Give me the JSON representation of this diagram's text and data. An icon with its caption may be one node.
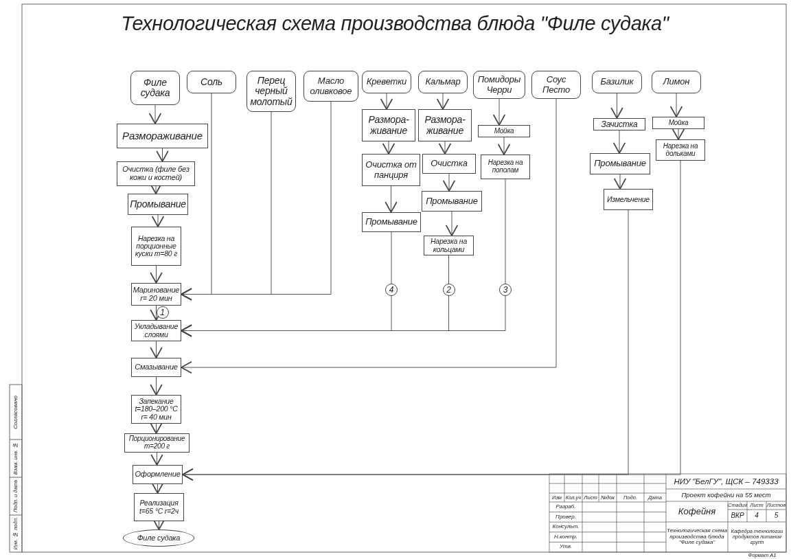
{
  "diagram": {
    "title": "Технологическая схема производства блюда \"Филе судака\"",
    "nodes": [
      {
        "text": [
          "Филе судака"
        ]
      },
      {
        "text": [
          "Соль"
        ]
      },
      {
        "text": [
          "Перец черный молотый"
        ]
      },
      {
        "text": [
          "Масло оливковое"
        ]
      },
      {
        "text": [
          "Креветки"
        ]
      },
      {
        "text": [
          "Кальмар"
        ]
      },
      {
        "text": [
          "Помидоры Черри"
        ]
      },
      {
        "text": [
          "Соус Песто"
        ]
      },
      {
        "text": [
          "Базилик"
        ]
      },
      {
        "text": [
          "Лимон"
        ]
      },
      {
        "text": [
          "Размораживание"
        ]
      },
      {
        "text": [
          "Очистка (филе без кожи и костей)"
        ]
      },
      {
        "text": [
          "Промывание"
        ]
      },
      {
        "text": [
          "Нарезка на порционные куски m=80 г"
        ]
      },
      {
        "text": [
          "Маринование r= 20 мин"
        ]
      },
      {
        "text": [
          "Укладывание слоями"
        ]
      },
      {
        "text": [
          "Смазывание"
        ]
      },
      {
        "text": [
          "Запекание t=180–200 °С r= 40 мин"
        ]
      },
      {
        "text": [
          "Порционирование m=200 г"
        ]
      },
      {
        "text": [
          "Оформление"
        ]
      },
      {
        "text": [
          "Реализация t=65 °С r=2ч"
        ]
      },
      {
        "text": [
          "Филе судака"
        ]
      },
      {
        "text": [
          "Размора- живание"
        ]
      },
      {
        "text": [
          "Очистка от панциря"
        ]
      },
      {
        "text": [
          "Промывание"
        ]
      },
      {
        "text": [
          "Размора- живание"
        ]
      },
      {
        "text": [
          "Очистка"
        ]
      },
      {
        "text": [
          "Промывание"
        ]
      },
      {
        "text": [
          "Нарезка на кольцами"
        ]
      },
      {
        "text": [
          "Мойка"
        ]
      },
      {
        "text": [
          "Нарезка на пополам"
        ]
      },
      {
        "text": [
          "Зачистка"
        ]
      },
      {
        "text": [
          "Промывание"
        ]
      },
      {
        "text": [
          "Измельчение"
        ]
      },
      {
        "text": [
          "Мойка"
        ]
      },
      {
        "text": [
          "Нарезка на дольками"
        ]
      }
    ],
    "edges": [
      {
        "from": 0,
        "to": 10,
        "arrow": "to"
      },
      {
        "from": 10,
        "to": 11,
        "arrow": "to"
      },
      {
        "from": 11,
        "to": 12,
        "arrow": "to"
      },
      {
        "from": 12,
        "to": 13,
        "arrow": "to"
      },
      {
        "from": 13,
        "to": 14,
        "arrow": "to"
      },
      {
        "from": 1,
        "to": 14,
        "arrow": "to"
      },
      {
        "from": 2,
        "to": 14,
        "arrow": "to"
      },
      {
        "from": 3,
        "to": 14,
        "arrow": "to"
      },
      {
        "from": 14,
        "to": 15,
        "arrow": "to",
        "label": "1"
      },
      {
        "from": 24,
        "to": 15,
        "arrow": "to",
        "label": "4"
      },
      {
        "from": 28,
        "to": 15,
        "arrow": "to",
        "label": "2"
      },
      {
        "from": 30,
        "to": 15,
        "arrow": "to",
        "label": "3"
      },
      {
        "from": 15,
        "to": 16,
        "arrow": "to"
      },
      {
        "from": 7,
        "to": 16,
        "arrow": "to"
      },
      {
        "from": 16,
        "to": 17,
        "arrow": "to"
      },
      {
        "from": 17,
        "to": 18,
        "arrow": "to"
      },
      {
        "from": 18,
        "to": 19,
        "arrow": "to"
      },
      {
        "from": 19,
        "to": 20,
        "arrow": "to"
      },
      {
        "from": 20,
        "to": 21,
        "arrow": "to"
      },
      {
        "from": 33,
        "to": 19,
        "arrow": "to"
      },
      {
        "from": 35,
        "to": 19,
        "arrow": "to"
      },
      {
        "from": 4,
        "to": 22,
        "arrow": "to"
      },
      {
        "from": 22,
        "to": 23,
        "arrow": "to"
      },
      {
        "from": 23,
        "to": 24,
        "arrow": "to"
      },
      {
        "from": 5,
        "to": 25,
        "arrow": "to"
      },
      {
        "from": 25,
        "to": 26,
        "arrow": "to"
      },
      {
        "from": 26,
        "to": 27,
        "arrow": "to"
      },
      {
        "from": 27,
        "to": 28,
        "arrow": "to"
      },
      {
        "from": 6,
        "to": 29,
        "arrow": "to"
      },
      {
        "from": 29,
        "to": 30,
        "arrow": "to"
      },
      {
        "from": 8,
        "to": 31,
        "arrow": "to"
      },
      {
        "from": 31,
        "to": 32,
        "arrow": "to"
      },
      {
        "from": 32,
        "to": 33,
        "arrow": "to"
      },
      {
        "from": 9,
        "to": 34,
        "arrow": "to"
      },
      {
        "from": 34,
        "to": 35,
        "arrow": "to"
      }
    ],
    "labels": [
      "НИУ \"БелГУ\", ЩСК – 749333",
      "Проект кофейни на 55 мест",
      "Кофейня",
      "Стадия",
      "Лист",
      "Листов",
      "ВКР",
      "4",
      "5",
      "Технологическая схема производства блюда \"Филе судака\"",
      "Кафедра технологии продуктов питания групп",
      "Изм",
      "Кол.уч",
      "Лист",
      "№док",
      "Подп.",
      "Дата",
      "Разраб.",
      "Провер.",
      "Консульт.",
      "Н.контр.",
      "Утв.",
      "Формат А1",
      "Согласовано",
      "Взам. инв. №",
      "Подп. и дата",
      "Инв. № подл."
    ]
  }
}
